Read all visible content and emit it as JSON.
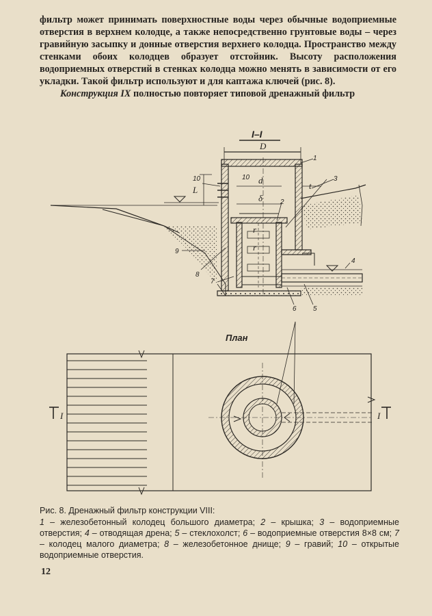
{
  "paragraph1": "фильтр может принимать поверхностные воды через обычные водоприемные отверстия в верхнем колодце, а также непосредственно грунтовые воды – через гравийную засыпку и донные отверстия верхнего колодца. Пространство между стенками обоих колодцев образует отстойник. Высоту расположения водоприемных отверстий в стенках колодца можно менять в зависимости от его укладки. Такой фильтр используют и для каптажа ключей (рис. 8).",
  "paragraph2_lead": "Конструкция IX",
  "paragraph2_rest": " полностью повторяет типовой дренажный фильтр",
  "drawing": {
    "section_label": "I–I",
    "plan_label": "План",
    "dim_D": "D",
    "dim_d": "d",
    "dim_L": "L",
    "dim_t": "t",
    "dim_delta": "δ",
    "dim_r": "r",
    "cut_left": "I",
    "cut_right": "I",
    "callouts": [
      "1",
      "2",
      "3",
      "4",
      "5",
      "6",
      "7",
      "8",
      "9",
      "10",
      "10"
    ]
  },
  "caption": {
    "title": "Рис. 8. Дренажный фильтр конструкции VIII:",
    "items": [
      {
        "n": "1",
        "t": " – железобетонный колодец большого диаметра; "
      },
      {
        "n": "2",
        "t": " – крышка; "
      },
      {
        "n": "3",
        "t": " – водоприемные отверстия; "
      },
      {
        "n": "4",
        "t": " – отводящая дрена; "
      },
      {
        "n": "5",
        "t": " – стеклохолст; "
      },
      {
        "n": "6",
        "t": " – водоприемные отверстия 8×8 см; "
      },
      {
        "n": "7",
        "t": " – колодец малого диаметра; "
      },
      {
        "n": "8",
        "t": " – железобетонное днище; "
      },
      {
        "n": "9",
        "t": " – гравий; "
      },
      {
        "n": "10",
        "t": " – открытые водоприемные отверстия."
      }
    ]
  },
  "page_number": "12"
}
